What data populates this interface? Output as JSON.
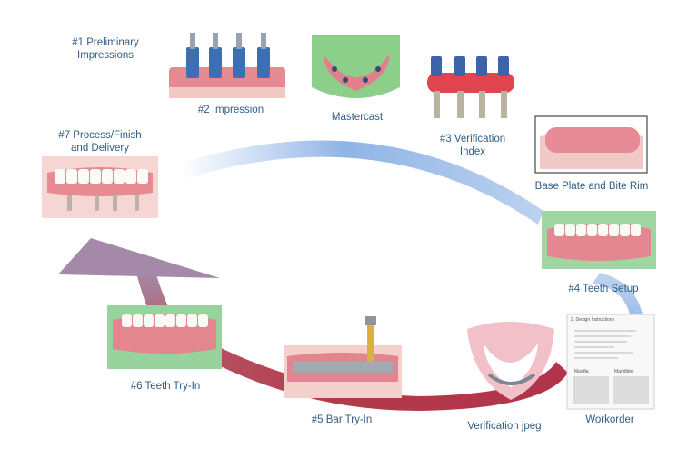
{
  "steps": {
    "s1_line1": "#1 Preliminary",
    "s1_line2": "Impressions",
    "s2": "#2 Impression",
    "mastercast": "Mastercast",
    "s3_line1": "#3 Verification",
    "s3_line2": "Index",
    "base_plate": "Base Plate and Bite Rim",
    "s4": "#4 Teeth Setup",
    "workorder": "Workorder",
    "verification_jpeg": "Verification jpeg",
    "s5": "#5 Bar Try-In",
    "s6": "#6 Teeth Try-In",
    "s7_line1": "#7 Process/Finish",
    "s7_line2": "and Delivery"
  },
  "workorder_doc": {
    "heading": "2. Design Instructions",
    "col_left": "Maxilla",
    "col_right": "Mandible"
  },
  "colors": {
    "label": "#2f5d86",
    "arrow_top": "#8fb4e6",
    "arrow_bottom": "#b2374a",
    "arrow_head": "#a58aa6",
    "gum": "#e28a92",
    "cast_green": "#9bd59a",
    "metal": "#4a78b8"
  }
}
